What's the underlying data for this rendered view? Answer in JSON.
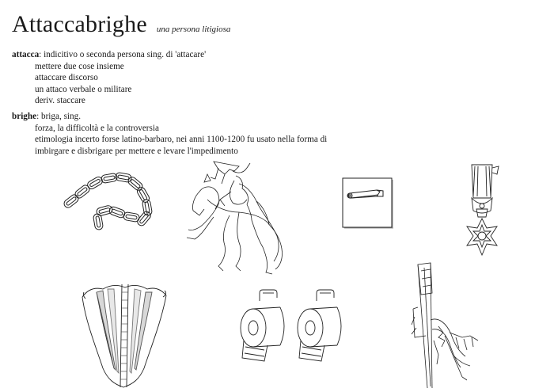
{
  "header": {
    "title": "Attaccabrighe",
    "subtitle": "una persona litigiosa"
  },
  "entries": [
    {
      "term": "attacca",
      "first": ": indicitivo o seconda persona sing. di 'attacare'",
      "lines": [
        "mettere due cose insieme",
        "attaccare discorso",
        "un attaco verbale o militare",
        "deriv. staccare"
      ]
    },
    {
      "term": "brighe",
      "first": ": briga, sing.",
      "lines": [
        "forza, la difficoltà e la controversia",
        "etimologia incerto forse latino-barbaro, nei anni 1100-1200 fu usato nella forma di",
        "imbirgare e disbrigare per mettere e levare l'impedimento"
      ]
    }
  ],
  "illustrations": [
    {
      "icon": "chain-icon"
    },
    {
      "icon": "horse-rider-icon"
    },
    {
      "icon": "safety-pin-icon"
    },
    {
      "icon": "medal-icon"
    },
    {
      "icon": "corset-icon"
    },
    {
      "icon": "toilet-paper-icon"
    },
    {
      "icon": "flag-bundle-icon"
    }
  ]
}
